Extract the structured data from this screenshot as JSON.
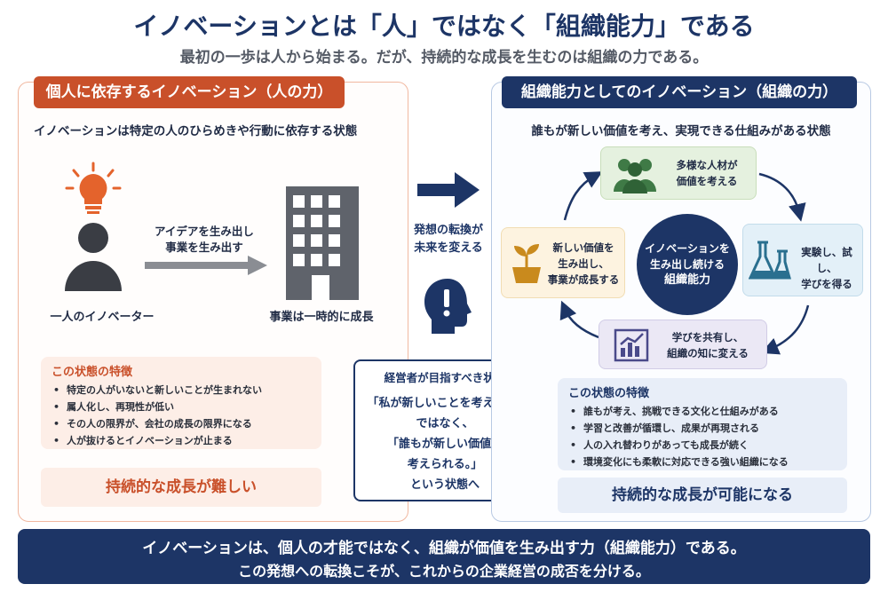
{
  "title": "イノベーションとは「人」ではなく「組織能力」である",
  "subtitle": "最初の一歩は人から始まる。だが、持続的な成長を生むのは組織の力である。",
  "left": {
    "header": "個人に依存するイノベーション（人の力）",
    "description": "イノベーションは特定の人のひらめきや行動に依存する状態",
    "person_label": "一人のイノベーター",
    "arrow_text_1": "アイデアを生み出し",
    "arrow_text_2": "事業を生み出す",
    "building_label": "事業は一時的に成長",
    "features_title": "この状態の特徴",
    "features": [
      "特定の人がいないと新しいことが生まれない",
      "属人化し、再現性が低い",
      "その人の限界が、会社の成長の限界になる",
      "人が抜けるとイノベーションが止まる"
    ],
    "result": "持続的な成長が難しい"
  },
  "center": {
    "shift_line1": "発想の転換が",
    "shift_line2": "未来を変える",
    "ceo_title": "経営者が目指すべき状態",
    "ceo_line1": "「私が新しいことを考える。」",
    "ceo_line2": "ではなく、",
    "ceo_line3": "「誰もが新しい価値を",
    "ceo_line4": "考えられる。」",
    "ceo_line5": "という状態へ"
  },
  "right": {
    "header": "組織能力としてのイノベーション（組織の力）",
    "description": "誰もが新しい価値を考え、実現できる仕組みがある状態",
    "cycle": {
      "top": [
        "多様な人材が",
        "価値を考える"
      ],
      "right": [
        "実験し、試し、",
        "学びを得る"
      ],
      "bottom": [
        "学びを共有し、",
        "組織の知に変える"
      ],
      "left": [
        "新しい価値を",
        "生み出し、",
        "事業が成長する"
      ]
    },
    "center_circle": [
      "イノベーションを",
      "生み出し続ける",
      "組織能力"
    ],
    "features_title": "この状態の特徴",
    "features": [
      "誰もが考え、挑戦できる文化と仕組みがある",
      "学習と改善が循環し、成果が再現される",
      "人の入れ替わりがあっても成長が続く",
      "環境変化にも柔軟に対応できる強い組織になる"
    ],
    "result": "持続的な成長が可能になる"
  },
  "banner": {
    "line1": "イノベーションは、個人の才能ではなく、組織が価値を生み出す力（組織能力）である。",
    "line2": "この発想への転換こそが、これからの企業経営の成否を分ける。"
  },
  "icons": {
    "lightbulb": "lightbulb-icon",
    "person": "person-icon",
    "building": "building-icon",
    "big_arrow": "arrow-right-icon",
    "head": "head-exclamation-icon",
    "people": "people-group-icon",
    "flask": "flask-icon",
    "chart": "chart-icon",
    "plant": "plant-icon"
  },
  "colors": {
    "navy": "#1d3566",
    "orange": "#c9502a",
    "green": "#3f7a46",
    "teal": "#2a6f8f",
    "purple": "#4a4a8a",
    "amber": "#c98a1d"
  }
}
